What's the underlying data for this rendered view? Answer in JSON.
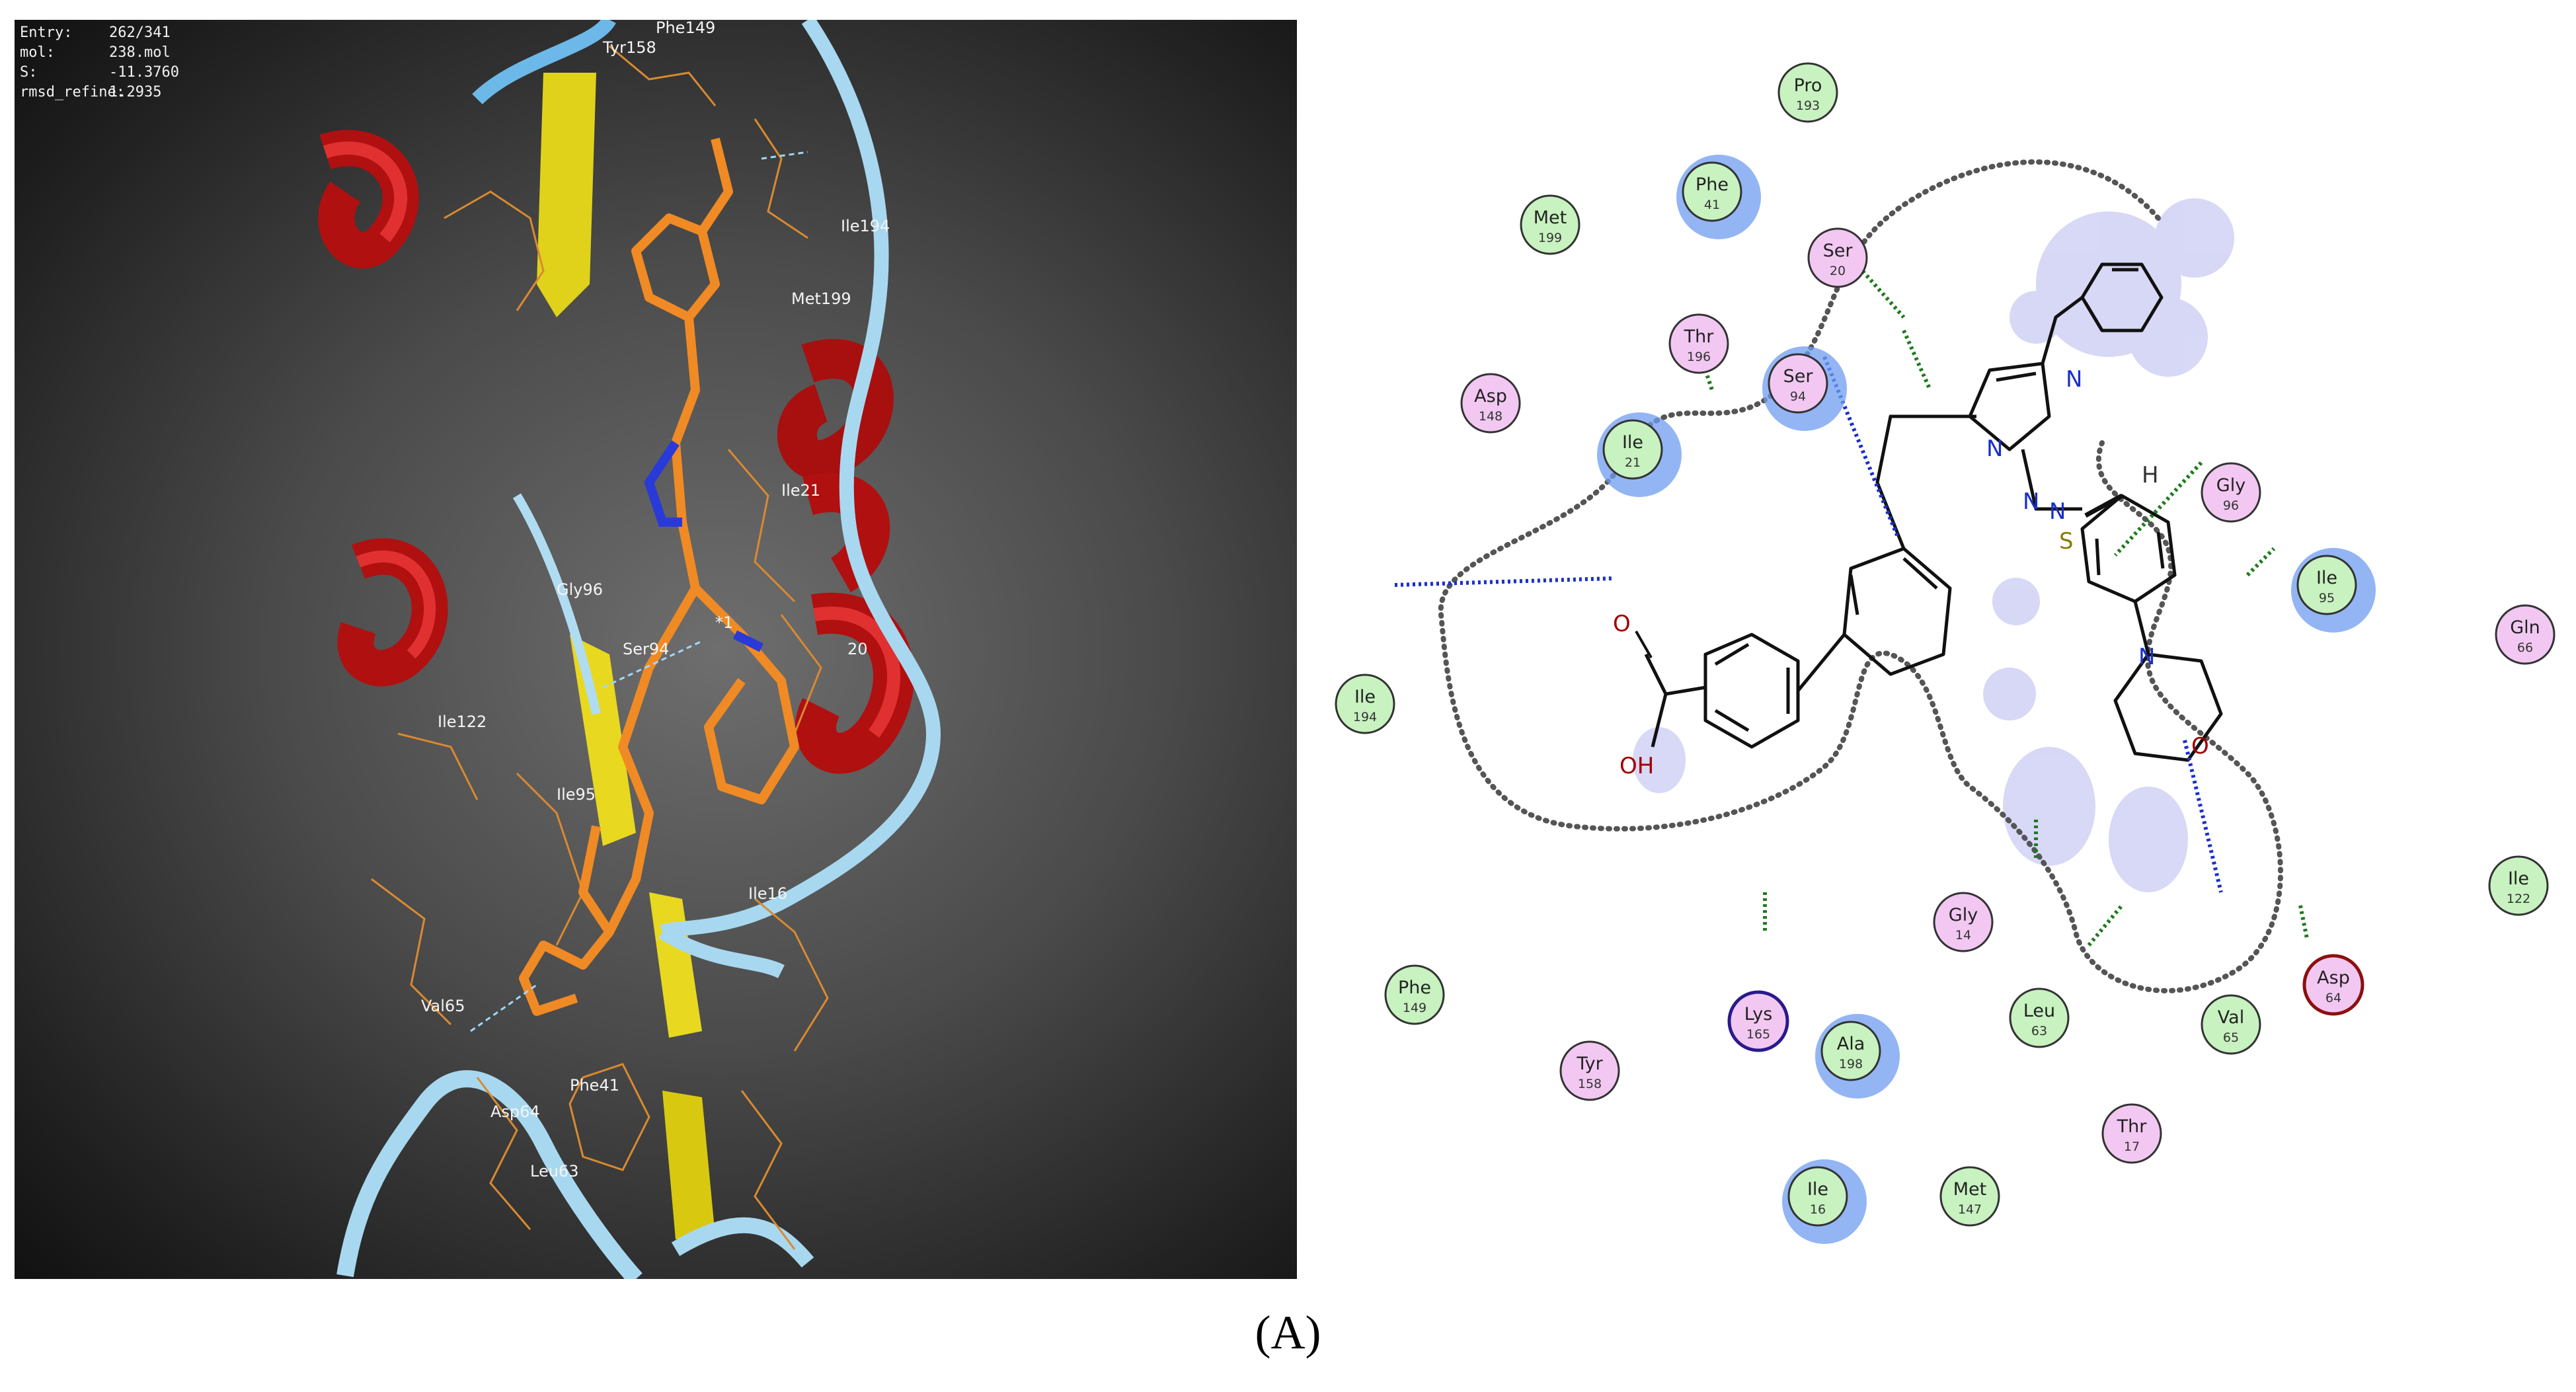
{
  "panel_label": "(A)",
  "docking_info": [
    {
      "key": "Entry:",
      "value": "262/341"
    },
    {
      "key": "mol:",
      "value": "238.mol"
    },
    {
      "key": "S:",
      "value": "-11.3760"
    },
    {
      "key": "rmsd_refine:",
      "value": "1.2935"
    }
  ],
  "protein_labels": [
    {
      "text": "Tyr158"
    },
    {
      "text": "Phe149"
    },
    {
      "text": "Ile194"
    },
    {
      "text": "Met199"
    },
    {
      "text": "Ile21"
    },
    {
      "text": "Gly96"
    },
    {
      "text": "Ser94"
    },
    {
      "text": "Ile122"
    },
    {
      "text": "Ile95"
    },
    {
      "text": "Ile16"
    },
    {
      "text": "Val65"
    },
    {
      "text": "Asp64"
    },
    {
      "text": "Phe41"
    },
    {
      "text": "Leu63"
    },
    {
      "text": "*1"
    },
    {
      "text": "20"
    }
  ],
  "ligand_atoms": {
    "oxygen": "O",
    "hydroxyl": "OH",
    "sulfur": "S",
    "nitrogen": "N",
    "hydrogen": "H"
  },
  "residues": [
    {
      "name": "Pro",
      "num": "193",
      "type": "hydrophobic"
    },
    {
      "name": "Phe",
      "num": "41",
      "type": "hydrophobic"
    },
    {
      "name": "Met",
      "num": "199",
      "type": "hydrophobic"
    },
    {
      "name": "Ser",
      "num": "20",
      "type": "polar"
    },
    {
      "name": "Thr",
      "num": "196",
      "type": "polar"
    },
    {
      "name": "Ser",
      "num": "94",
      "type": "polar"
    },
    {
      "name": "Asp",
      "num": "148",
      "type": "polar"
    },
    {
      "name": "Ile",
      "num": "21",
      "type": "hydrophobic"
    },
    {
      "name": "Gly",
      "num": "96",
      "type": "polar"
    },
    {
      "name": "Ile",
      "num": "95",
      "type": "hydrophobic"
    },
    {
      "name": "Gln",
      "num": "66",
      "type": "polar"
    },
    {
      "name": "Ile",
      "num": "194",
      "type": "hydrophobic"
    },
    {
      "name": "Ile",
      "num": "122",
      "type": "hydrophobic"
    },
    {
      "name": "Gly",
      "num": "14",
      "type": "polar"
    },
    {
      "name": "Asp",
      "num": "64",
      "type": "acidic"
    },
    {
      "name": "Phe",
      "num": "149",
      "type": "hydrophobic"
    },
    {
      "name": "Lys",
      "num": "165",
      "type": "basic"
    },
    {
      "name": "Leu",
      "num": "63",
      "type": "hydrophobic"
    },
    {
      "name": "Val",
      "num": "65",
      "type": "hydrophobic"
    },
    {
      "name": "Ala",
      "num": "198",
      "type": "hydrophobic"
    },
    {
      "name": "Tyr",
      "num": "158",
      "type": "polar"
    },
    {
      "name": "Thr",
      "num": "17",
      "type": "polar"
    },
    {
      "name": "Ile",
      "num": "16",
      "type": "hydrophobic"
    },
    {
      "name": "Met",
      "num": "147",
      "type": "hydrophobic"
    }
  ],
  "colors": {
    "hydrophobic_fill": "#c8f2c0",
    "polar_fill": "#f2c8f2",
    "residue_border_default": "#333333",
    "basic_border": "#2a1a8a",
    "acidic_border": "#8b1010",
    "exposure_halo": "#6f9cf0",
    "sidechain_donor_acceptor": "#1a2fc8",
    "arene_h": "#1f7a1f",
    "ligand_bond": "#111111",
    "proximity_contour": "#555555",
    "ligand_exposure": "#8f8fe8",
    "helix": "#c81414",
    "strand": "#e8d820",
    "coil": "#9fd0ee",
    "ligand_stick": "#f08a24"
  }
}
